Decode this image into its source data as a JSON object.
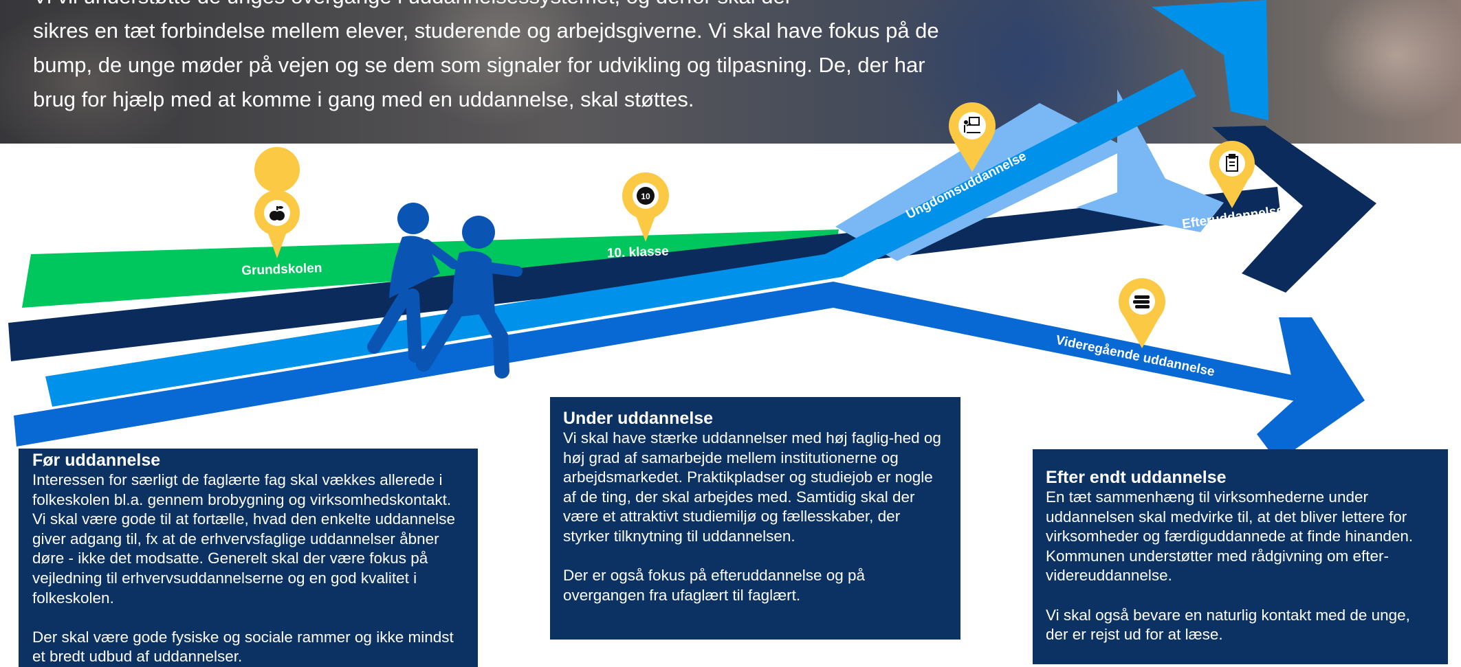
{
  "intro": {
    "lines": [
      "Vi vil understøtte de unges overgange i uddannelsessystemet, og derfor skal der",
      "sikres en tæt forbindelse mellem elever, studerende og arbejdsgiverne. Vi skal have fokus på de",
      "bump, de unge møder på vejen og se dem som signaler for udvikling og tilpasning. De, der har",
      "brug for hjælp med at komme i gang med en uddannelse, skal støttes."
    ]
  },
  "diagram": {
    "labels": {
      "grundskolen": "Grundskolen",
      "tiende_klasse": "10. klasse",
      "ungdomsuddannelse": "Ungdomsuddannelse",
      "efteruddannelse": "Efteruddannelse",
      "videregaaende": "Videregående uddannelse"
    },
    "badges": {
      "grundskolen": "apple-icon",
      "tiende_klasse": "number-10-icon",
      "tiende_klasse_glyph": "10",
      "ungdomsuddannelse": "teacher-board-icon",
      "efteruddannelse": "clipboard-icon",
      "videregaaende": "books-stack-icon"
    },
    "colors": {
      "green": "#00c65e",
      "navy": "#0a2b5c",
      "bright_blue": "#0091ea",
      "mid_blue": "#0868d4",
      "light_blue": "#7ab8f5",
      "pin_yellow": "#fcc944",
      "figures": "#0a55b3"
    }
  },
  "sections": [
    {
      "title": "Før uddannelse",
      "paragraphs": [
        "Interessen for særligt de faglærte fag skal vækkes allerede i folkeskolen bl.a. gennem brobygning og virksomhedskontakt. Vi skal være gode til at fortælle, hvad den enkelte uddannelse giver adgang til, fx at de erhvervsfaglige uddannelser åbner døre - ikke det modsatte. Generelt skal der være fokus på vejledning til erhvervsuddannelserne og en god kvalitet i folkeskolen.",
        "Der skal være gode fysiske og sociale rammer og ikke mindst et bredt udbud af uddannelser."
      ]
    },
    {
      "title": "Under uddannelse",
      "paragraphs": [
        "Vi skal have stærke uddannelser med høj faglig-hed og høj grad af samarbejde mellem institutionerne og arbejdsmarkedet. Praktikpladser og studiejob er nogle af de ting, der skal arbejdes med. Samtidig skal der være et attraktivt studiemiljø og fællesskaber, der styrker tilknytning til uddannelsen.",
        "Der er også fokus på efteruddannelse og på overgangen fra ufaglært til faglært."
      ]
    },
    {
      "title": "Efter endt uddannelse",
      "paragraphs": [
        "En tæt sammenhæng til virksomhederne under uddannelsen skal medvirke til, at det bliver lettere for virksomheder og færdiguddannede at finde hinanden. Kommunen understøtter med rådgivning om efter- videreuddannelse.",
        "Vi skal også bevare en naturlig kontakt med de unge, der er rejst ud for at læse."
      ]
    }
  ]
}
